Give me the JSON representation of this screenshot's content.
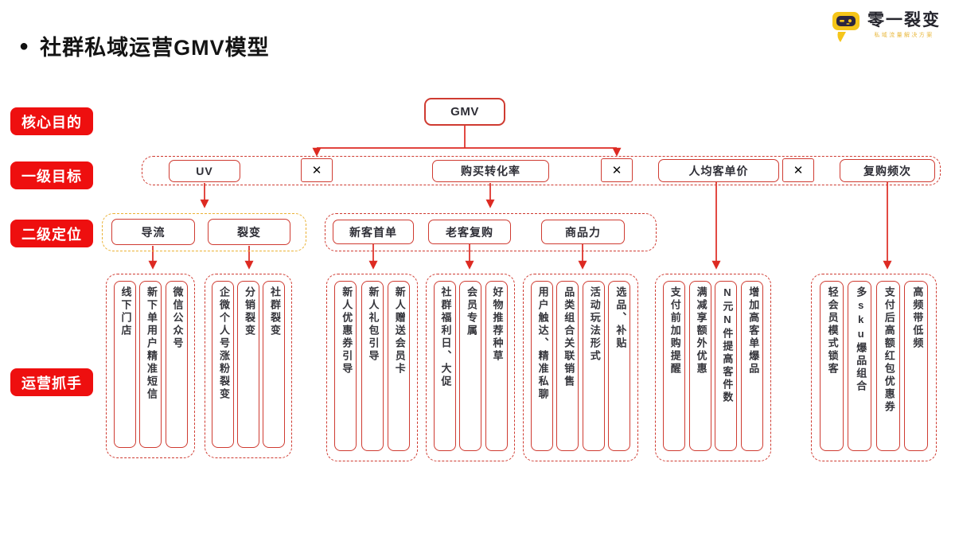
{
  "header": {
    "bullet": "●",
    "title": "社群私域运营GMV模型"
  },
  "logo": {
    "name": "零一裂变",
    "tagline": "私域流量解决方案",
    "icon": "robot-icon"
  },
  "row_labels": [
    "核心目的",
    "一级目标",
    "二级定位",
    "运营抓手"
  ],
  "diagram": {
    "root": "GMV",
    "multiply_symbol": "✕",
    "level1": [
      "UV",
      "购买转化率",
      "人均客单价",
      "复购频次"
    ],
    "level2_uv": [
      "导流",
      "裂变"
    ],
    "level2_conversion": [
      "新客首单",
      "老客复购",
      "商品力"
    ],
    "groups": [
      {
        "parent": "导流",
        "items": [
          "线下门店",
          "新下单用户精准短信",
          "微信公众号"
        ]
      },
      {
        "parent": "裂变",
        "items": [
          "企微个人号涨粉裂变",
          "分销裂变",
          "社群裂变"
        ]
      },
      {
        "parent": "新客首单",
        "items": [
          "新人优惠券引导",
          "新人礼包引导",
          "新人赠送会员卡"
        ]
      },
      {
        "parent": "老客复购",
        "items": [
          "社群福利日、大促",
          "会员专属",
          "好物推荐种草"
        ]
      },
      {
        "parent": "商品力",
        "items": [
          "用户触达、精准私聊",
          "品类组合关联销售",
          "活动玩法形式",
          "选品、补贴"
        ]
      },
      {
        "parent": "人均客单价",
        "items": [
          "支付前加购提醒",
          "满减享额外优惠",
          "N元N件提高客件数",
          "增加高客单爆品"
        ]
      },
      {
        "parent": "复购频次",
        "items": [
          "轻会员模式锁客",
          "多sku爆品组合",
          "支付后高额红包优惠券",
          "高频带低频"
        ]
      }
    ]
  },
  "colors": {
    "diagram_red": "#cf3b31",
    "label_red": "#ee0f0f",
    "accent_yellow": "#eab134",
    "logo_yellow": "#f5c51a",
    "text_dark": "#2e2e36"
  }
}
